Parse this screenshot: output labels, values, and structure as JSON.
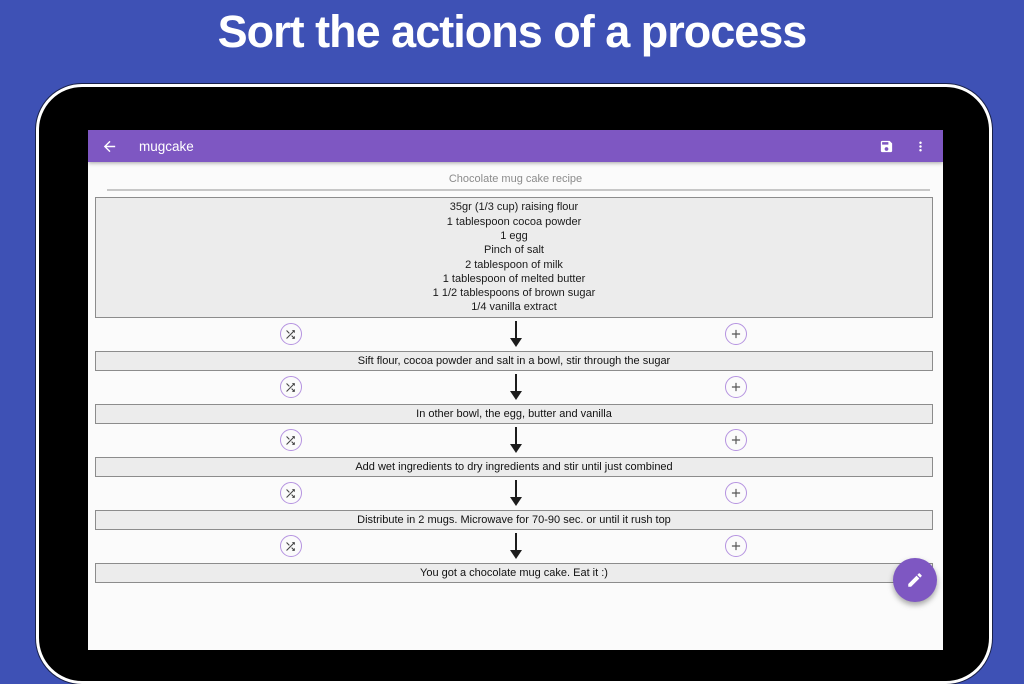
{
  "banner": {
    "title": "Sort the actions of a process"
  },
  "colors": {
    "page_background": "#3E51B5",
    "toolbar": "#7E57C2",
    "fab": "#7E57C2",
    "circle_button_outline": "#B593E0",
    "card_background": "#ECECEC"
  },
  "app": {
    "toolbar": {
      "title": "mugcake",
      "back_icon": "arrow-left",
      "save_icon": "floppy-disk",
      "menu_icon": "vertical-dots"
    },
    "recipe_header": "Chocolate mug cake recipe",
    "ingredients_card": {
      "lines": [
        "35gr (1/3 cup) raising flour",
        "1 tablespoon cocoa powder",
        "1 egg",
        "Pinch of salt",
        "2 tablespoon of milk",
        "1 tablespoon of melted butter",
        "1 1/2 tablespoons of brown sugar",
        "1/4 vanilla extract"
      ]
    },
    "steps": [
      "Sift flour, cocoa powder and salt in a bowl, stir through the sugar",
      "In other bowl, the egg, butter and vanilla",
      "Add wet ingredients to dry ingredients and stir until just combined",
      "Distribute in 2 mugs. Microwave for 70-90 sec. or until it rush top",
      "You got a chocolate mug cake. Eat it :)"
    ],
    "fab_icon": "pencil"
  }
}
